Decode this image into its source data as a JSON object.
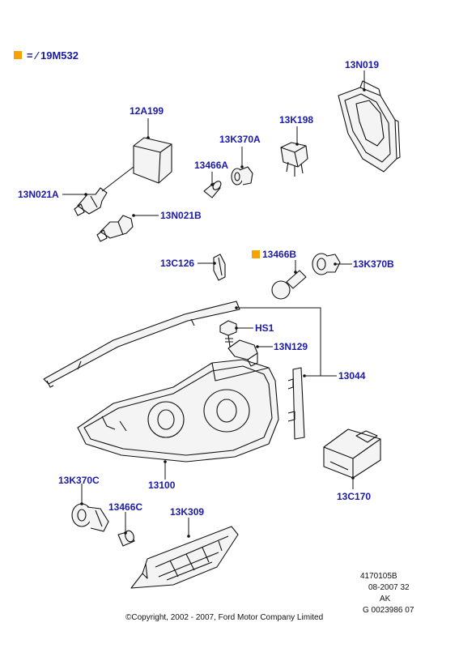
{
  "legend": {
    "text": "= ⁄ 19M532",
    "marker_color": "#f5a300"
  },
  "parts": {
    "p13N019": "13N019",
    "p12A199": "12A199",
    "p13K198": "13K198",
    "p13K370A": "13K370A",
    "p13466A": "13466A",
    "p13N021A": "13N021A",
    "p13N021B": "13N021B",
    "p13C126": "13C126",
    "p13466B": "13466B",
    "p13K370B": "13K370B",
    "pHS1": "HS1",
    "p13N129": "13N129",
    "p13044": "13044",
    "p13100": "13100",
    "p13C170": "13C170",
    "p13K370C": "13K370C",
    "p13466C": "13466C",
    "p13K309": "13K309"
  },
  "ref": {
    "line1": "4170105B",
    "line2": "08-2007 32",
    "line3": "AK",
    "line4": "G 0023986 07"
  },
  "copyright": "©Copyright, 2002 - 2007, Ford Motor Company Limited",
  "colors": {
    "label": "#1a1aa6",
    "marker": "#f5a300",
    "line": "#111111"
  }
}
